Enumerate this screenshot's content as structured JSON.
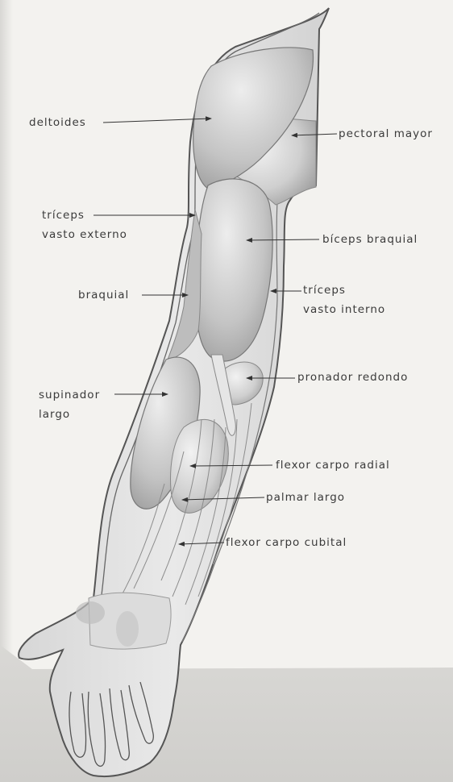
{
  "figure": {
    "labels": {
      "deltoides": "deltoides",
      "pectoral_mayor": "pectoral mayor",
      "triceps_externo": [
        "tríceps",
        "vasto externo"
      ],
      "biceps_braquial": "bíceps braquial",
      "braquial": "braquial",
      "triceps_interno": [
        "tríceps",
        "vasto interno"
      ],
      "pronador_redondo": "pronador redondo",
      "supinador_largo": [
        "supinador",
        "largo"
      ],
      "flexor_carpo_radial": "flexor carpo radial",
      "palmar_largo": "palmar largo",
      "flexor_carpo_cubital": "flexor carpo cubital"
    }
  }
}
